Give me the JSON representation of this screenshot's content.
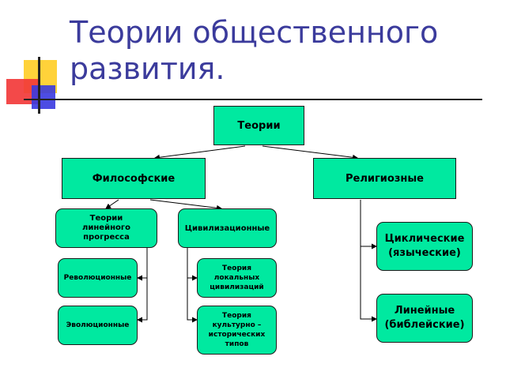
{
  "title": "Теории общественного развития.",
  "colors": {
    "title": "#3b3b9c",
    "box_fill": "#00e9a0",
    "box_border": "#1a1a1a"
  },
  "nodes": {
    "root": "Теории",
    "philosophical": "Философские",
    "religious": "Религиозные",
    "linear_progress": "Теории\nлинейного\nпрогресса",
    "civilizational": "Цивилизационные",
    "revolutionary": "Революционные",
    "local_civilizations": "Теория\nлокальных\nцивилизаций",
    "evolutionary": "Эволюционные",
    "cultural_historical": "Теория\nкультурно –\nисторических\nтипов",
    "cyclical": "Циклические\n(языческие)",
    "linear_biblical": "Линейные\n(библейские)"
  }
}
